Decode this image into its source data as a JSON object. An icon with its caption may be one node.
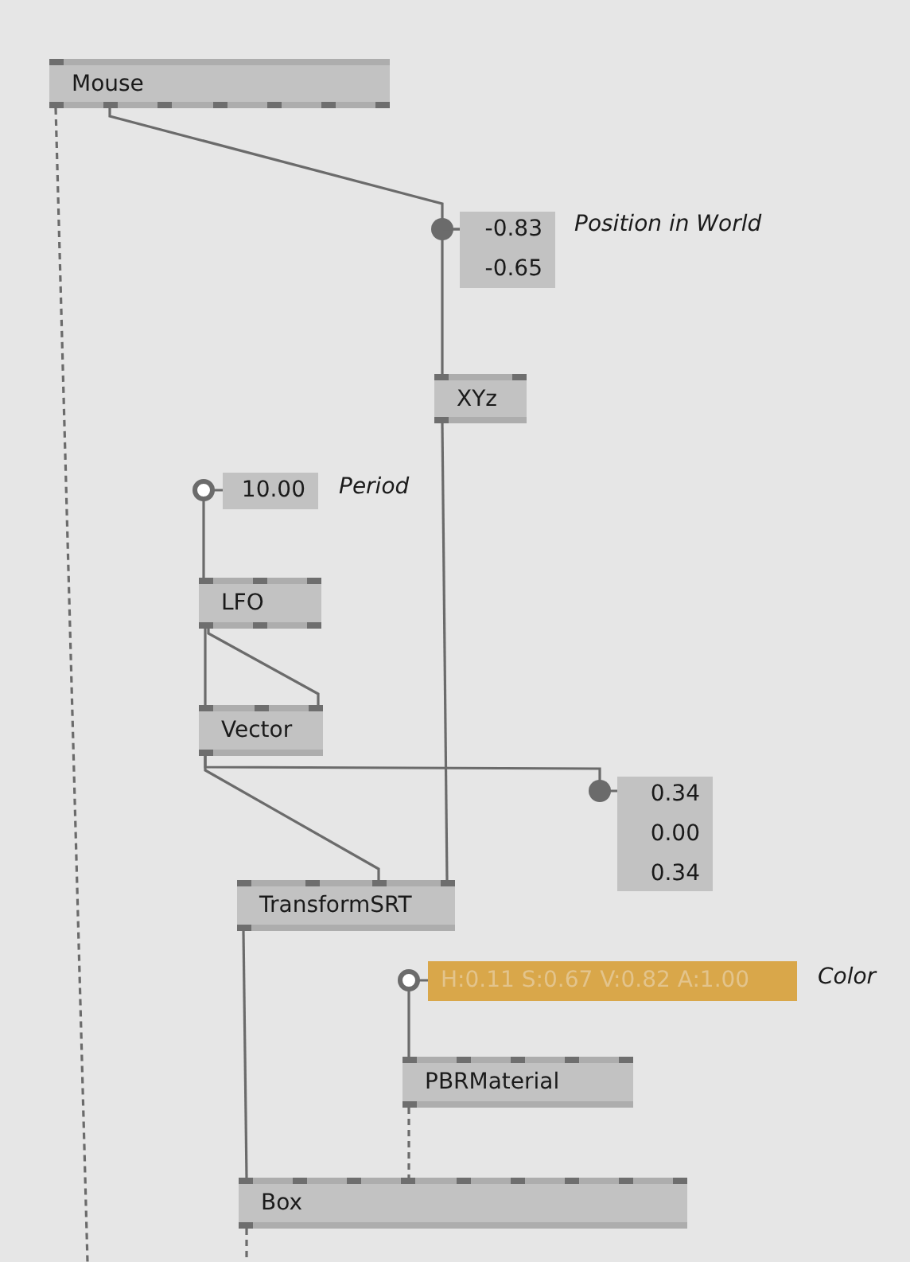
{
  "diagram": {
    "nodes": [
      {
        "text": [
          "Mouse"
        ]
      },
      {
        "text": [
          "-0.83",
          "-0.65"
        ],
        "beside": [
          "Position in World"
        ]
      },
      {
        "text": [
          "XYz"
        ]
      },
      {
        "text": [
          "10.00"
        ],
        "beside": [
          "Period"
        ]
      },
      {
        "text": [
          "LFO"
        ]
      },
      {
        "text": [
          "Vector"
        ]
      },
      {
        "text": [
          "0.34",
          "0.00",
          "0.34"
        ]
      },
      {
        "text": [
          "TransformSRT"
        ]
      },
      {
        "text": [
          "H:0.11 S:0.67 V:0.82 A:1.00"
        ],
        "beside": [
          "Color"
        ]
      },
      {
        "text": [
          "PBRMaterial"
        ]
      },
      {
        "text": [
          "Box"
        ]
      }
    ],
    "edges": [
      {
        "from": 0,
        "to": 1,
        "arrow": "other"
      },
      {
        "from": 0,
        "to": null,
        "arrow": "none",
        "style": "dashed"
      },
      {
        "from": 1,
        "to": 2,
        "arrow": "none"
      },
      {
        "from": 2,
        "to": 7,
        "arrow": "none"
      },
      {
        "from": 3,
        "to": 4,
        "arrow": "other"
      },
      {
        "from": 4,
        "to": 5,
        "arrow": "none"
      },
      {
        "from": 4,
        "to": 5,
        "arrow": "none"
      },
      {
        "from": 5,
        "to": 7,
        "arrow": "none"
      },
      {
        "from": 5,
        "to": 6,
        "arrow": "other"
      },
      {
        "from": 7,
        "to": 10,
        "arrow": "none"
      },
      {
        "from": 8,
        "to": 9,
        "arrow": "other"
      },
      {
        "from": 9,
        "to": 10,
        "arrow": "none",
        "style": "dashed"
      },
      {
        "from": 10,
        "to": null,
        "arrow": "none",
        "style": "dashed"
      }
    ]
  }
}
